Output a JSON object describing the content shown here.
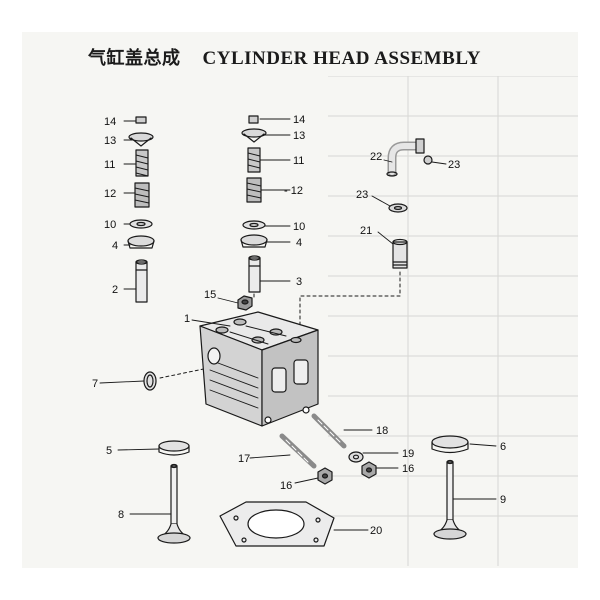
{
  "title": {
    "zh": "气缸盖总成",
    "en": "CYLINDER HEAD ASSEMBLY"
  },
  "callouts": {
    "c1": "1",
    "c2": "2",
    "c3": "3",
    "c4a": "4",
    "c4b": "4",
    "c5": "5",
    "c6": "6",
    "c7": "7",
    "c8": "8",
    "c9": "9",
    "c10a": "10",
    "c10b": "10",
    "c11a": "11",
    "c11b": "11",
    "c12a": "12",
    "c12b": "- 12",
    "c13a": "13",
    "c13b": "13",
    "c14a": "14",
    "c14b": "14",
    "c15": "15",
    "c16a": "16",
    "c16b": "16",
    "c17": "17",
    "c18": "18",
    "c19": "19",
    "c20": "20",
    "c21": "21",
    "c22": "22",
    "c23a": "23",
    "c23b": "23"
  },
  "colors": {
    "ink": "#1a1a1a",
    "paper": "#f6f6f3"
  }
}
